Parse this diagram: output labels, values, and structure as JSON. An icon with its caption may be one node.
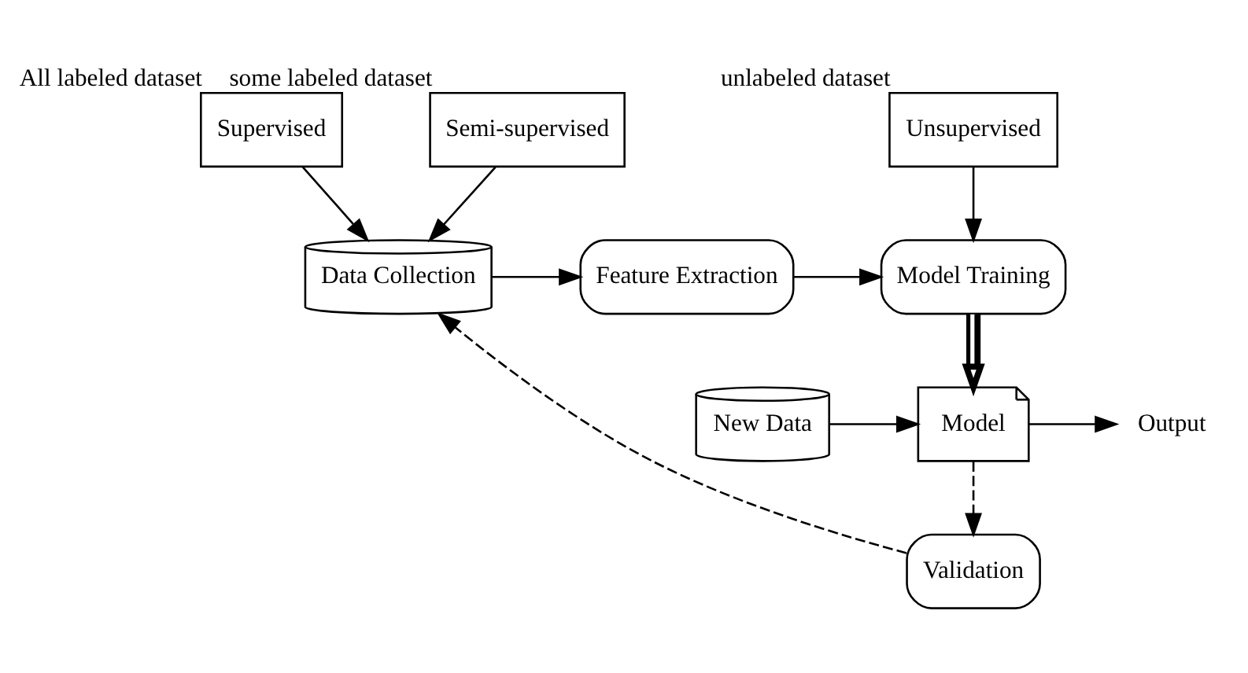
{
  "diagram": {
    "nodes": [
      {
        "text": [
          "Supervised"
        ],
        "beside": [
          "All labeled dataset"
        ]
      },
      {
        "text": [
          "Semi-supervised"
        ],
        "beside": [
          "some labeled dataset"
        ]
      },
      {
        "text": [
          "Unsupervised"
        ],
        "beside": [
          "unlabeled dataset"
        ]
      },
      {
        "text": [
          "Data Collection"
        ]
      },
      {
        "text": [
          "Feature Extraction"
        ]
      },
      {
        "text": [
          "Model Training"
        ]
      },
      {
        "text": [
          "New Data"
        ]
      },
      {
        "text": [
          "Model"
        ]
      },
      {
        "text": [
          "Output"
        ]
      },
      {
        "text": [
          "Validation"
        ]
      }
    ],
    "edges": [
      {
        "from": 0,
        "to": 3,
        "arrow": "to"
      },
      {
        "from": 1,
        "to": 3,
        "arrow": "to"
      },
      {
        "from": 2,
        "to": 5,
        "arrow": "to"
      },
      {
        "from": 3,
        "to": 4,
        "arrow": "to"
      },
      {
        "from": 4,
        "to": 5,
        "arrow": "to"
      },
      {
        "from": 5,
        "to": 7,
        "arrow": "to",
        "style": "thick"
      },
      {
        "from": 6,
        "to": 7,
        "arrow": "to"
      },
      {
        "from": 7,
        "to": 8,
        "arrow": "to"
      },
      {
        "from": 7,
        "to": 9,
        "arrow": "to",
        "style": "dashed"
      },
      {
        "from": 9,
        "to": 3,
        "arrow": "to",
        "style": "dashed"
      }
    ]
  }
}
